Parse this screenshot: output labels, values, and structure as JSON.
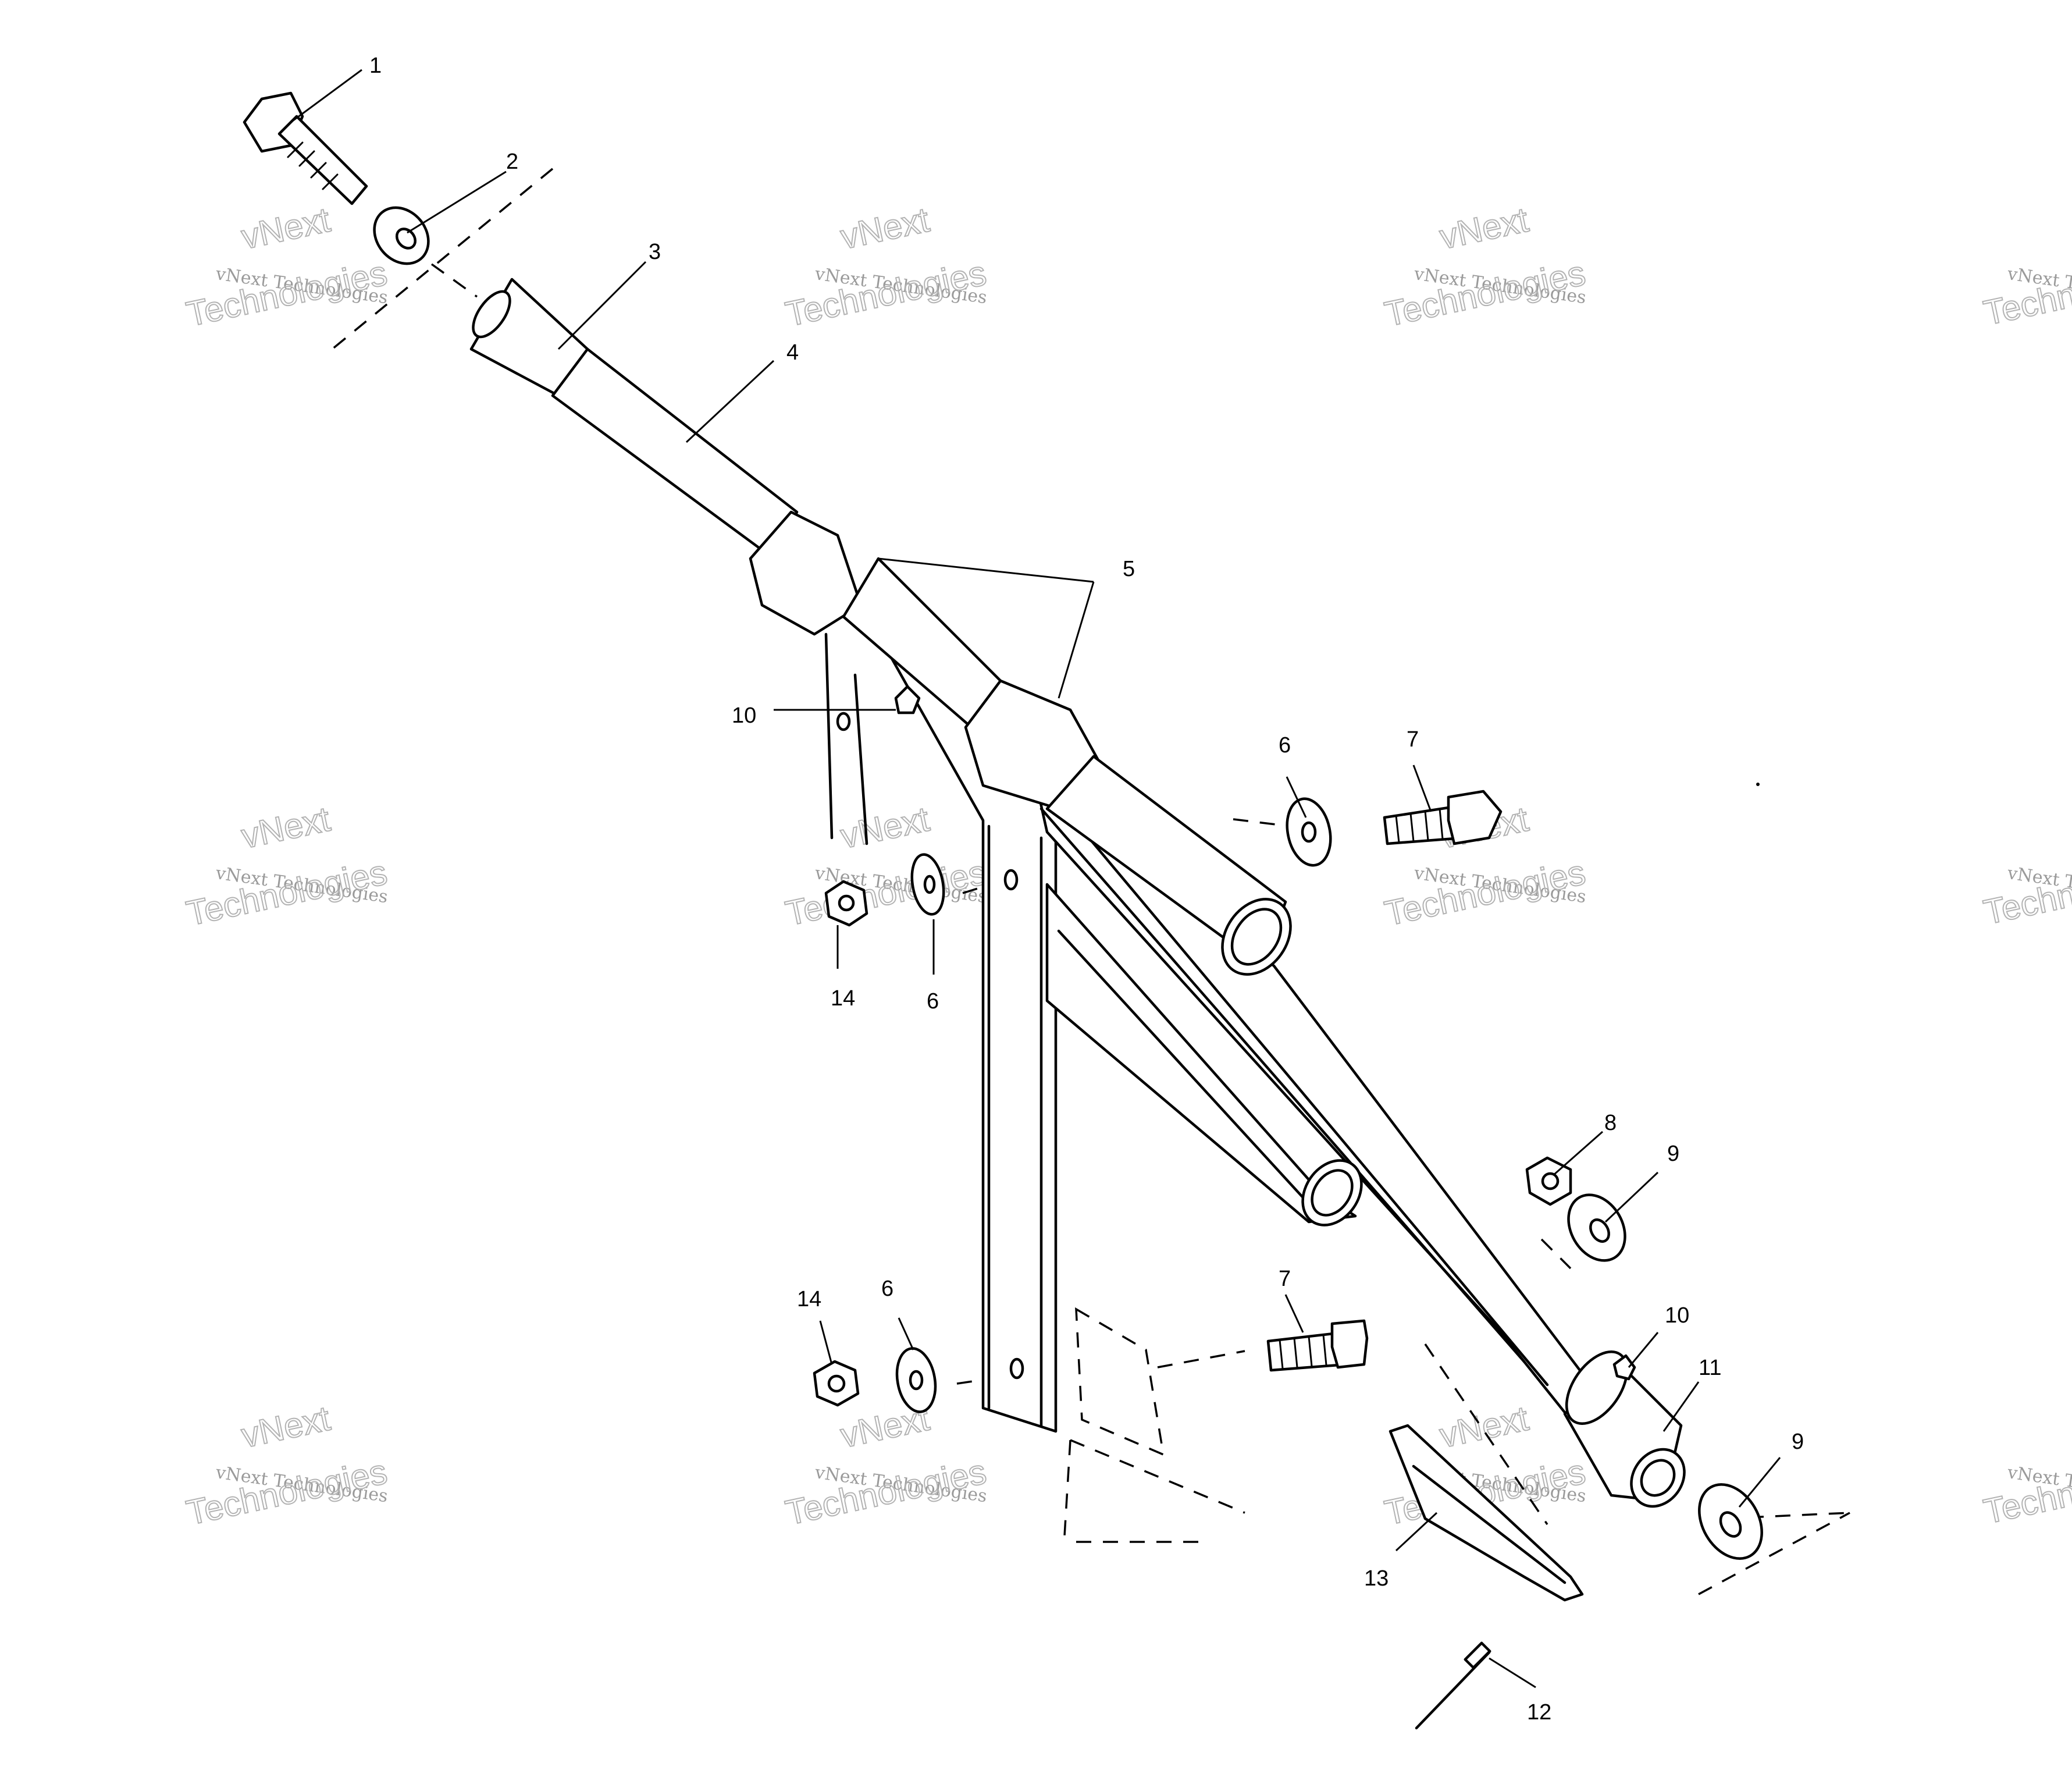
{
  "callouts": [
    {
      "id": "1",
      "label": "1"
    },
    {
      "id": "2",
      "label": "2"
    },
    {
      "id": "3",
      "label": "3"
    },
    {
      "id": "4",
      "label": "4"
    },
    {
      "id": "5",
      "label": "5"
    },
    {
      "id": "6a",
      "label": "6"
    },
    {
      "id": "6b",
      "label": "6"
    },
    {
      "id": "6c",
      "label": "6"
    },
    {
      "id": "7a",
      "label": "7"
    },
    {
      "id": "7b",
      "label": "7"
    },
    {
      "id": "8",
      "label": "8"
    },
    {
      "id": "9a",
      "label": "9"
    },
    {
      "id": "9b",
      "label": "9"
    },
    {
      "id": "10a",
      "label": "10"
    },
    {
      "id": "10b",
      "label": "10"
    },
    {
      "id": "11",
      "label": "11"
    },
    {
      "id": "12",
      "label": "12"
    },
    {
      "id": "13",
      "label": "13"
    },
    {
      "id": "14a",
      "label": "14"
    },
    {
      "id": "14b",
      "label": "14"
    }
  ],
  "watermark": {
    "line1": "vNext Technologies",
    "line2": "vNext",
    "line3": "Technologies"
  }
}
